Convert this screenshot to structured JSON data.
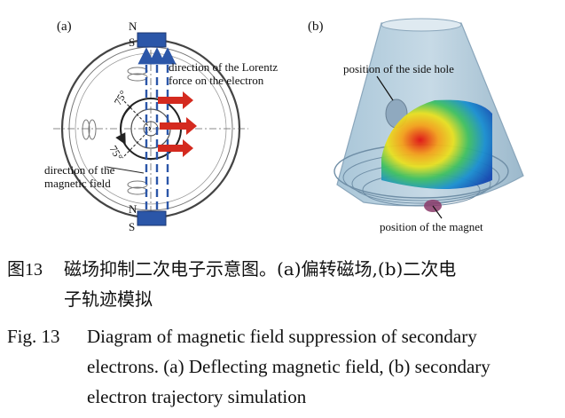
{
  "figure": {
    "panel_a": {
      "label": "(a)",
      "pole_top_n": "N",
      "pole_top_s": "S",
      "pole_bottom_n": "N",
      "pole_bottom_s": "S",
      "angle_top": "75°",
      "angle_bottom": "75°",
      "annotation_lorentz": "direction of the Lorentz\nforce on the electron",
      "annotation_field": "direction of the\nmagnetic field"
    },
    "panel_b": {
      "label": "(b)",
      "annotation_side_hole": "position of the side hole",
      "annotation_magnet": "position of the magnet"
    }
  },
  "caption_cn": {
    "number": "图13",
    "line1": "磁场抑制二次电子示意图。(a)偏转磁场,(b)二次电",
    "line2": "子轨迹模拟"
  },
  "caption_en": {
    "number": "Fig. 13",
    "text_line1": "Diagram of magnetic field suppression of secondary",
    "text_line2": "electrons. (a) Deflecting magnetic field, (b) secondary",
    "text_line3": "electron trajectory simulation"
  }
}
